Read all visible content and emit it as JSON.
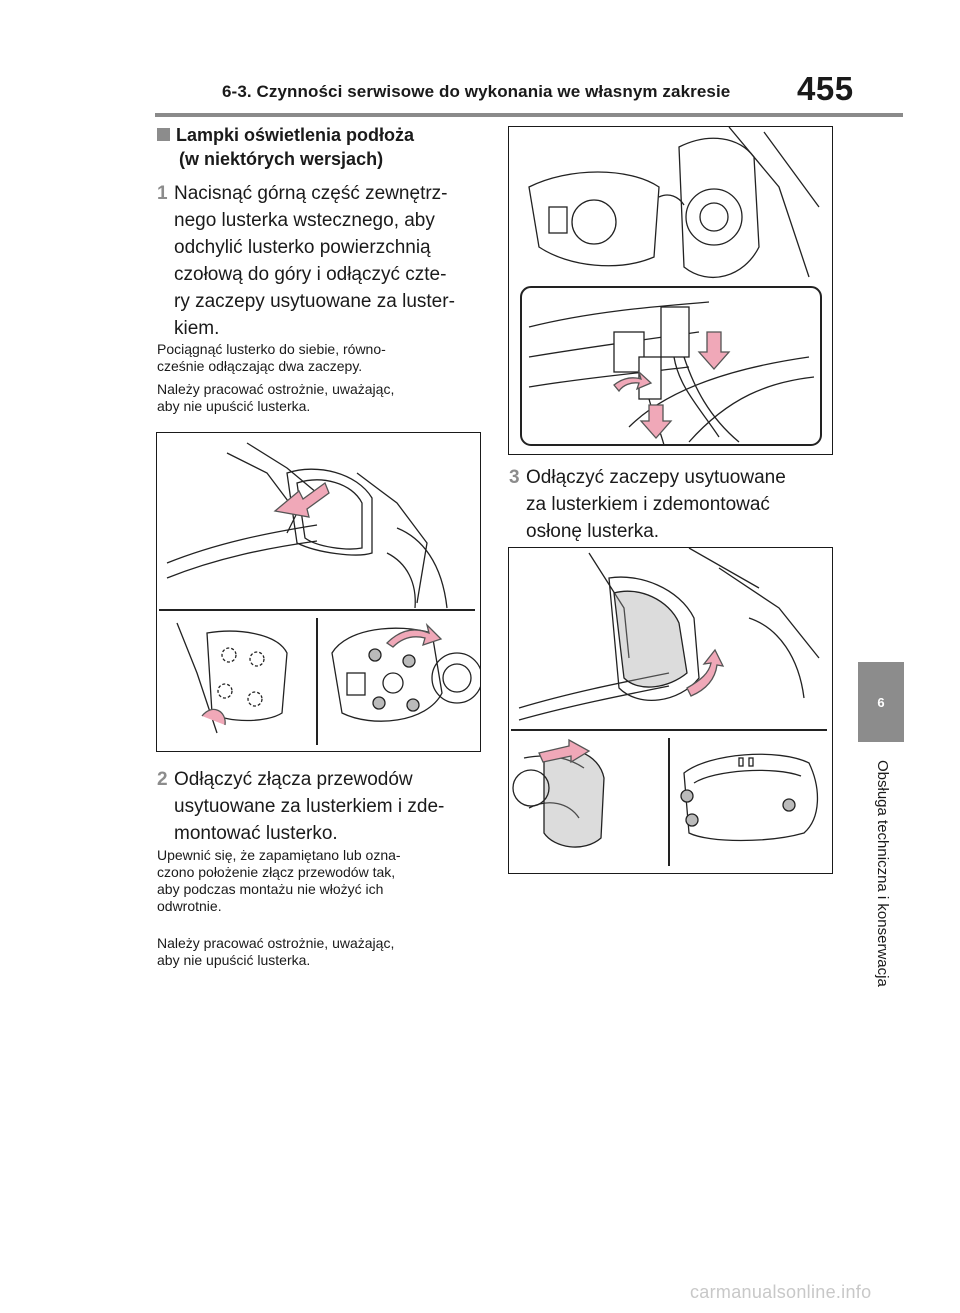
{
  "header": {
    "title": "6-3. Czynności serwisowe do wykonania we własnym zakresie",
    "page_number": "455"
  },
  "side_tab": {
    "number": "6",
    "label": "Obsługa techniczna i konserwacja"
  },
  "section": {
    "heading_line1": "Lampki oświetlenia podłoża",
    "heading_line2": "(w niektórych wersjach)"
  },
  "steps": [
    {
      "number": "1",
      "text": "Nacisnąć górną część zewnętrz-\nnego lusterka wstecznego, aby\nodchylić lusterko powierzchnią\nczołową do góry i odłączyć czte-\nry zaczepy usytuowane za luster-\nkiem.",
      "notes": [
        "Pociągnąć lusterko do siebie, równo-\ncześnie odłączając dwa zaczepy.",
        "Należy pracować ostrożnie, uważając,\naby nie upuścić lusterka."
      ]
    },
    {
      "number": "2",
      "text": "Odłączyć złącza przewodów\nusytuowane za lusterkiem i zde-\nmontować lusterko.",
      "notes": [
        "Upewnić się, że zapamiętano lub ozna-\nczono położenie złącz przewodów tak,\naby podczas montażu nie włożyć ich\nodwrotnie.",
        "Należy pracować ostrożnie, uważając,\naby nie upuścić lusterka."
      ]
    },
    {
      "number": "3",
      "text": "Odłączyć zaczepy usytuowane\nza lusterkiem i zdemontować\nosłonę lusterka.",
      "notes": []
    }
  ],
  "colors": {
    "arrow": "#f0a8b8",
    "arrow_stroke": "#555555",
    "line_art": "#222222",
    "accent_grey": "#8c8c8c"
  },
  "footer": {
    "watermark": "carmanualsonline.info"
  }
}
